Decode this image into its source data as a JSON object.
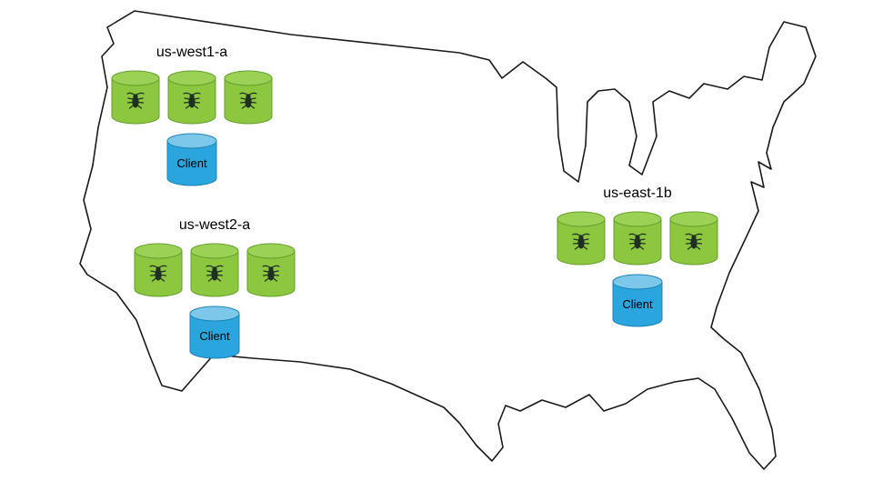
{
  "diagram": {
    "type": "deployment-map",
    "map_name": "united-states-outline",
    "regions": [
      {
        "label": "us-west1-a",
        "node_count": 3,
        "node_icon": "cockroach-bug-icon",
        "client_label": "Client"
      },
      {
        "label": "us-west2-a",
        "node_count": 3,
        "node_icon": "cockroach-bug-icon",
        "client_label": "Client"
      },
      {
        "label": "us-east-1b",
        "node_count": 3,
        "node_icon": "cockroach-bug-icon",
        "client_label": "Client"
      }
    ],
    "colors": {
      "node_fill": "#8DC63F",
      "node_top": "#9BD155",
      "node_stroke": "#65A02E",
      "client_fill": "#2AA5DD",
      "client_top": "#7DC8EA",
      "client_stroke": "#1E85B8",
      "bug_icon": "#1E3023",
      "map_stroke": "#1A1A1A",
      "background": "#FFFFFF",
      "text": "#000000"
    }
  }
}
